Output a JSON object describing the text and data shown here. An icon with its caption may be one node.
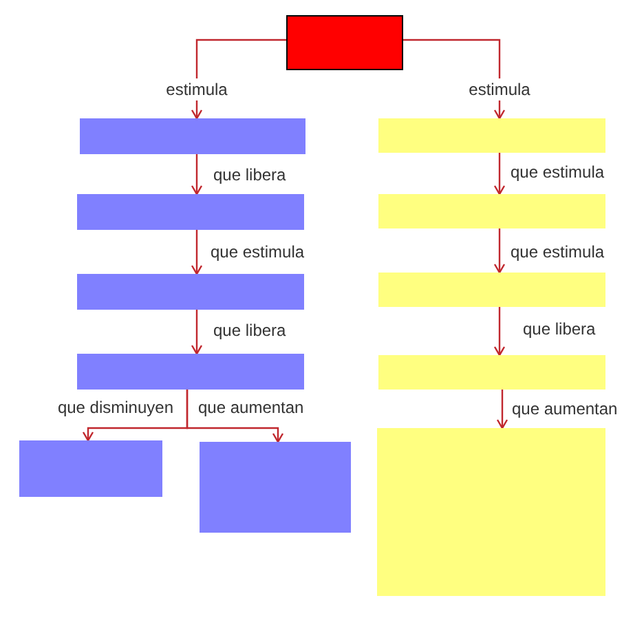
{
  "diagram": {
    "nodes": [
      {
        "text": [],
        "shape": "box"
      },
      {
        "text": [],
        "shape": "box"
      },
      {
        "text": [],
        "shape": "box"
      },
      {
        "text": [],
        "shape": "box"
      },
      {
        "text": [],
        "shape": "box"
      },
      {
        "text": [],
        "shape": "box"
      },
      {
        "text": [],
        "shape": "box"
      },
      {
        "text": [],
        "shape": "box"
      },
      {
        "text": [],
        "shape": "box"
      },
      {
        "text": [],
        "shape": "box"
      },
      {
        "text": [],
        "shape": "box"
      },
      {
        "text": [],
        "shape": "box"
      }
    ],
    "edges": [
      {
        "from": 0,
        "to": 1,
        "arrow": "to",
        "label": "estimula"
      },
      {
        "from": 0,
        "to": 7,
        "arrow": "to",
        "label": "estimula"
      },
      {
        "from": 1,
        "to": 2,
        "arrow": "to",
        "label": "que libera"
      },
      {
        "from": 2,
        "to": 3,
        "arrow": "to",
        "label": "que estimula"
      },
      {
        "from": 3,
        "to": 4,
        "arrow": "to",
        "label": "que libera"
      },
      {
        "from": 4,
        "to": 5,
        "arrow": "to",
        "label": "que disminuyen"
      },
      {
        "from": 4,
        "to": 6,
        "arrow": "to",
        "label": "que aumentan"
      },
      {
        "from": 7,
        "to": 8,
        "arrow": "to",
        "label": "que estimula"
      },
      {
        "from": 8,
        "to": 9,
        "arrow": "to",
        "label": "que estimula"
      },
      {
        "from": 9,
        "to": 10,
        "arrow": "to",
        "label": "que libera"
      },
      {
        "from": 10,
        "to": 11,
        "arrow": "to",
        "label": "que aumentan"
      }
    ]
  }
}
